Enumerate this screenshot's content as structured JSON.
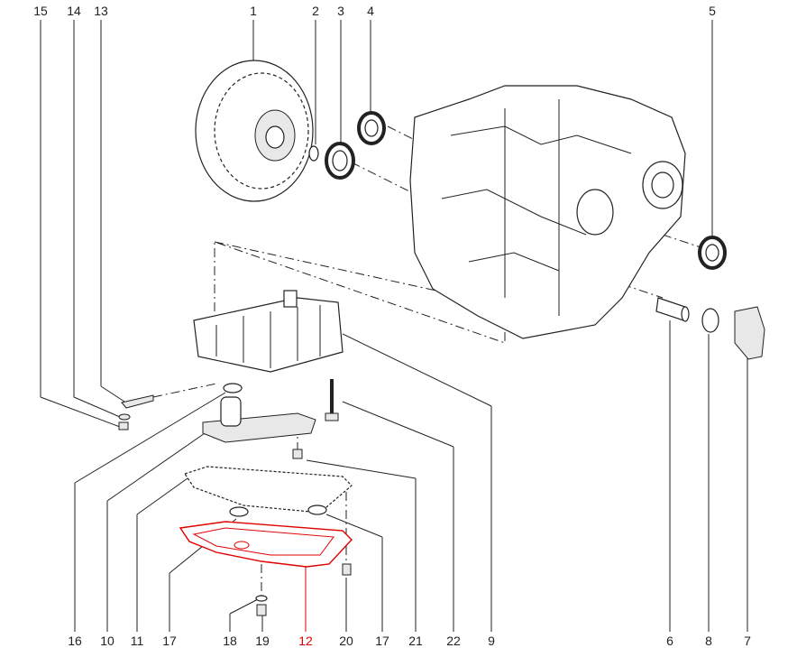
{
  "diagram": {
    "highlight_color": "#e00000",
    "callouts_top": [
      "15",
      "14",
      "13",
      "1",
      "2",
      "3",
      "4",
      "5"
    ],
    "callouts_bottom": [
      "16",
      "10",
      "11",
      "17",
      "18",
      "19",
      "12",
      "20",
      "17",
      "21",
      "22",
      "9",
      "6",
      "8",
      "7"
    ],
    "highlighted_callout": "12"
  }
}
